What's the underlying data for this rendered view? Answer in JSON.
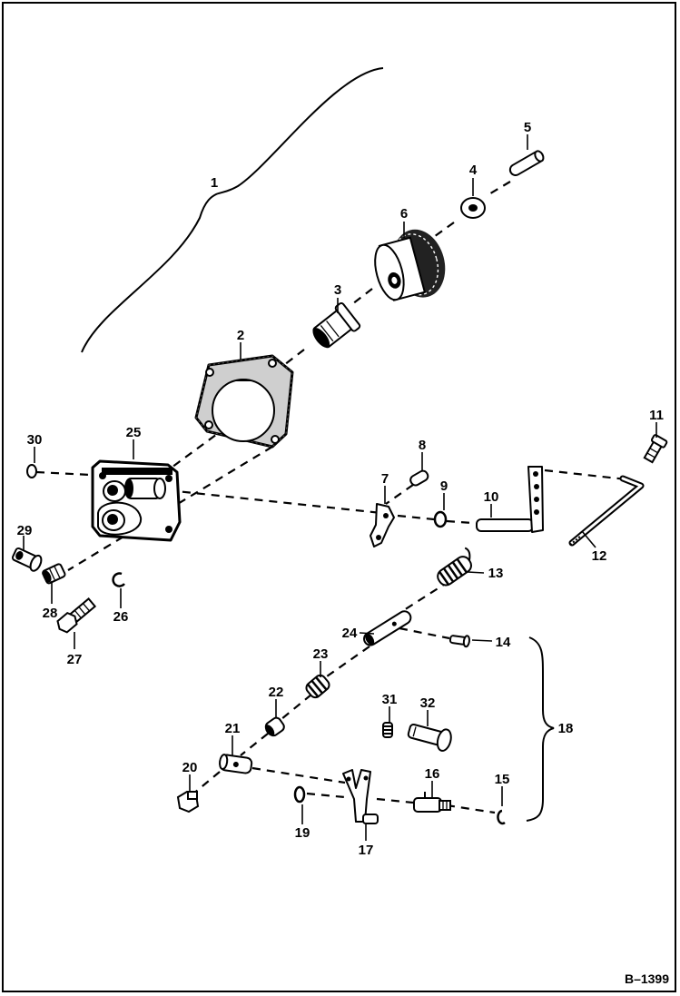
{
  "figure_ref": "B–1399",
  "callouts": [
    "1",
    "2",
    "3",
    "4",
    "5",
    "6",
    "7",
    "8",
    "9",
    "10",
    "11",
    "12",
    "13",
    "14",
    "15",
    "16",
    "17",
    "18",
    "19",
    "20",
    "21",
    "22",
    "23",
    "24",
    "25",
    "26",
    "27",
    "28",
    "29",
    "30",
    "31",
    "32"
  ]
}
